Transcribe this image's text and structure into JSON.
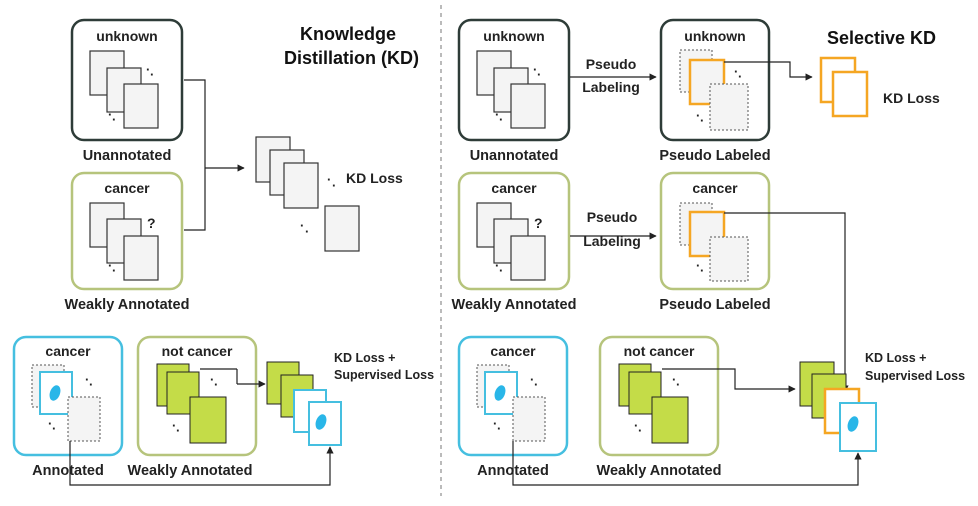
{
  "left": {
    "title_line1": "Knowledge",
    "title_line2": "Distillation (KD)",
    "unknown_box": {
      "header": "unknown",
      "caption": "Unannotated"
    },
    "cancer_box": {
      "header": "cancer",
      "question": "?",
      "caption": "Weakly Annotated"
    },
    "kd_stack": {
      "loss": "KD Loss"
    },
    "annotated_box": {
      "header": "cancer",
      "caption": "Annotated"
    },
    "notcancer_box": {
      "header": "not cancer",
      "caption": "Weakly Annotated"
    },
    "bottom_loss_line1": "KD Loss +",
    "bottom_loss_line2": "Supervised Loss"
  },
  "right": {
    "title": "Selective KD",
    "unknown_box": {
      "header": "unknown",
      "caption": "Unannotated"
    },
    "arrow1_line1": "Pseudo",
    "arrow1_line2": "Labeling",
    "pseudo_unknown_box": {
      "header": "unknown",
      "caption": "Pseudo Labeled"
    },
    "kd_loss": "KD Loss",
    "cancer_box": {
      "header": "cancer",
      "question": "?",
      "caption": "Weakly Annotated"
    },
    "arrow2_line1": "Pseudo",
    "arrow2_line2": "Labeling",
    "pseudo_cancer_box": {
      "header": "cancer",
      "caption": "Pseudo Labeled"
    },
    "annotated_box": {
      "header": "cancer",
      "caption": "Annotated"
    },
    "notcancer_box": {
      "header": "not cancer",
      "caption": "Weakly Annotated"
    },
    "bottom_loss_line1": "KD Loss +",
    "bottom_loss_line2": "Supervised Loss"
  },
  "colors": {
    "dark_box": "#2e3c38",
    "olive_box": "#b6c47c",
    "cyan_box": "#45bfe0",
    "green_card": "#c4dc48",
    "orange_card": "#f5a623",
    "lesion": "#29b6e8",
    "card_fill": "#f4f4f4"
  }
}
